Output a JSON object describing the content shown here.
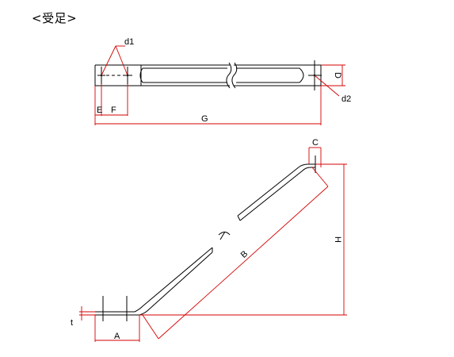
{
  "title": "<受足>",
  "labels": {
    "d1": "d1",
    "d2": "d2",
    "D": "D",
    "E": "E",
    "F": "F",
    "G": "G",
    "C": "C",
    "B": "B",
    "H": "H",
    "A": "A",
    "t": "t"
  },
  "colors": {
    "outline": "#000000",
    "dimension": "#d40000"
  }
}
